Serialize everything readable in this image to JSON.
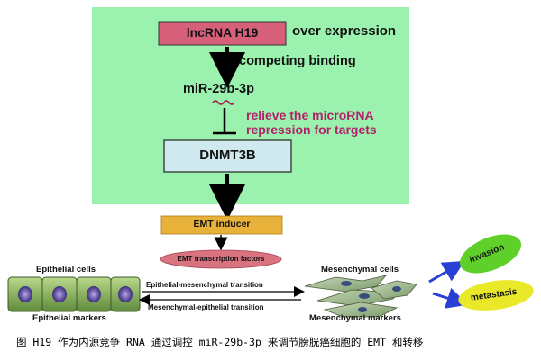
{
  "top_panel": {
    "lncrna_box": "lncRNA H19",
    "over_expression": "over expression",
    "competing_binding": "competing binding",
    "mirna": "miR-29b-3p",
    "relieve_line1": "relieve the microRNA",
    "relieve_line2": "repression for targets",
    "dnmt_box": "DNMT3B"
  },
  "lower_panel": {
    "emt_inducer": "EMT inducer",
    "emt_tf": "EMT transcription factors",
    "epithelial_cells": "Epithelial cells",
    "epithelial_markers": "Epithelial markers",
    "e_to_m": "Epithelial-mesenchymal transition",
    "m_to_e": "Mesenchymal-epithelial transition",
    "mesenchymal_cells": "Mesenchymal cells",
    "mesenchymal_markers": "Mesenchymal markers",
    "invasion": "invasion",
    "metastasis": "metastasis"
  },
  "caption": "图  H19 作为内源竞争 RNA 通过调控 miR-29b-3p 来调节膀胱癌细胞的 EMT 和转移",
  "colors": {
    "panel_bg": "#9bf2ae",
    "lncrna_fill": "#d6607a",
    "dnmt_fill": "#cfe9ef",
    "relieve_text": "#b0226a",
    "emt_inducer_fill": "#e8b23a",
    "emt_tf_fill": "#d9737f",
    "arrow_blue": "#2a3fd6",
    "invasion_fill": "#5fd02a",
    "metastasis_fill": "#e9e92a",
    "cell_fill": "#7ea85c",
    "nucleus_fill": "#4a3c8c"
  }
}
